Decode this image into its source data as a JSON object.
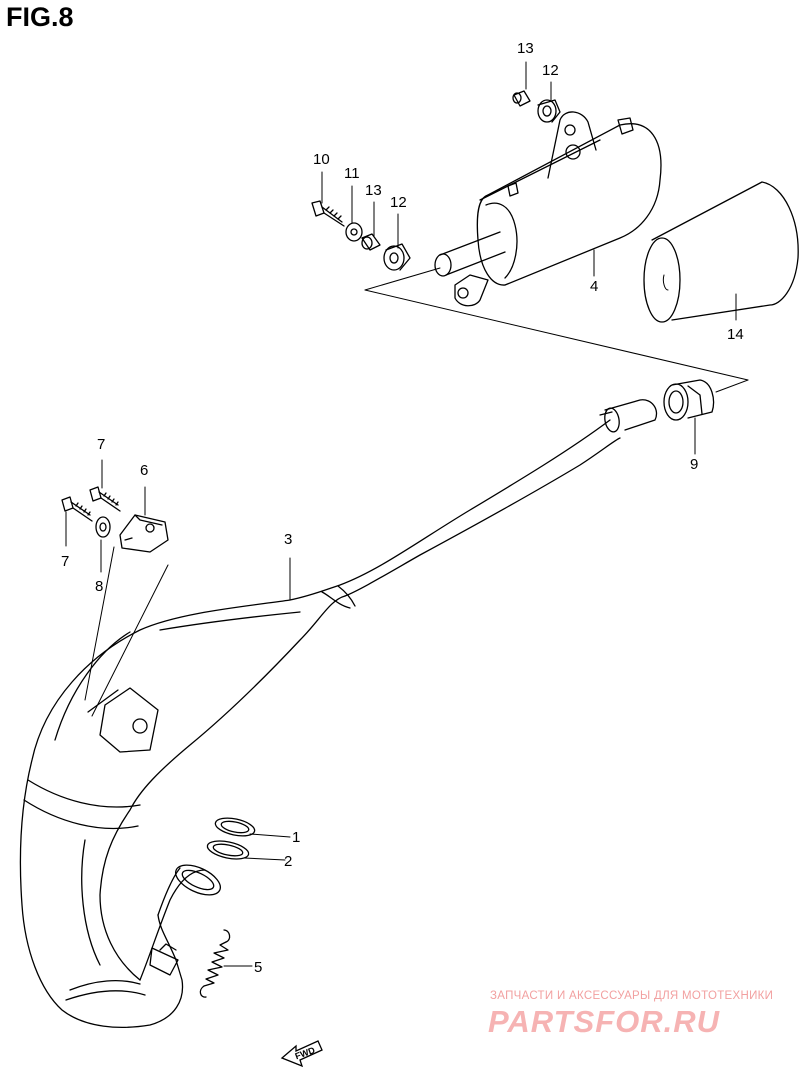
{
  "figure": {
    "title": "FIG.8"
  },
  "parts": [
    {
      "id": "p1",
      "number": "1"
    },
    {
      "id": "p2",
      "number": "2"
    },
    {
      "id": "p3",
      "number": "3"
    },
    {
      "id": "p4",
      "number": "4"
    },
    {
      "id": "p5",
      "number": "5"
    },
    {
      "id": "p6",
      "number": "6"
    },
    {
      "id": "p7a",
      "number": "7"
    },
    {
      "id": "p7b",
      "number": "7"
    },
    {
      "id": "p8",
      "number": "8"
    },
    {
      "id": "p9",
      "number": "9"
    },
    {
      "id": "p10",
      "number": "10"
    },
    {
      "id": "p11",
      "number": "11"
    },
    {
      "id": "p12a",
      "number": "12"
    },
    {
      "id": "p12b",
      "number": "12"
    },
    {
      "id": "p13a",
      "number": "13"
    },
    {
      "id": "p13b",
      "number": "13"
    },
    {
      "id": "p14",
      "number": "14"
    }
  ],
  "direction_arrow": {
    "label": "FWD",
    "icon": "fwd-arrow-icon"
  },
  "watermark": {
    "subtitle": "ЗАПЧАСТИ И АКСЕССУАРЫ ДЛЯ МОТОТЕХНИКИ",
    "logo": "PARTSFOR.RU",
    "color": "#f6b3b3"
  }
}
